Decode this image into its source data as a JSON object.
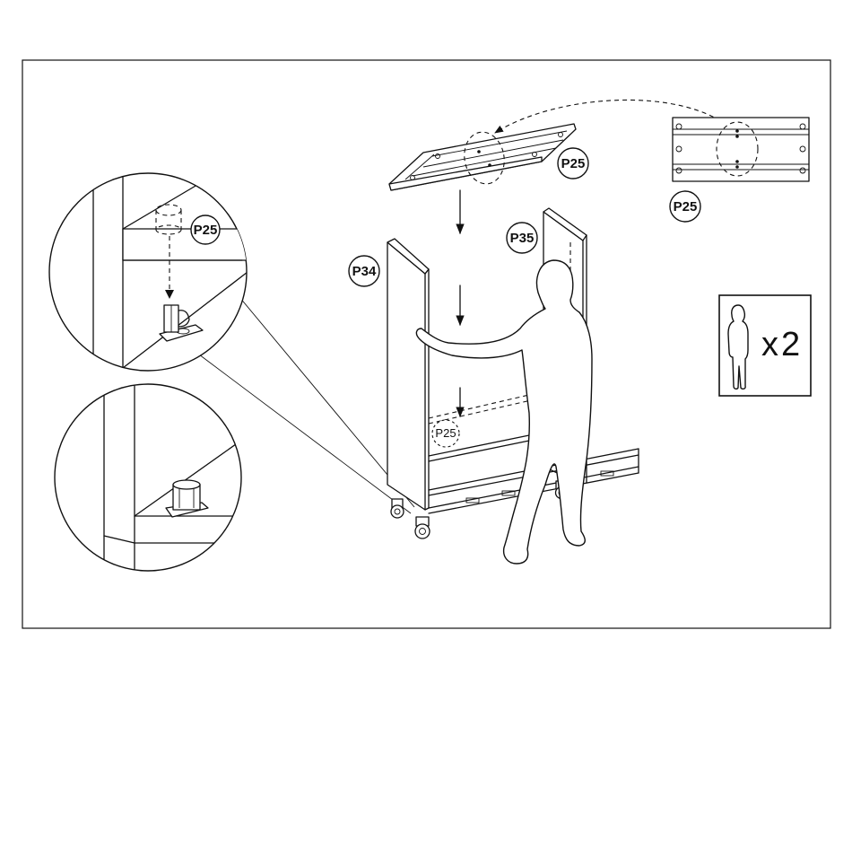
{
  "parts": {
    "top_panel_label": "P25",
    "top_detail_label": "P25",
    "left_side_label": "P34",
    "right_side_label": "P35",
    "shelf_label": "P25",
    "zoom_detail_label": "P25"
  },
  "people_count": {
    "prefix": "x",
    "count": "2"
  },
  "colors": {
    "line": "#111111",
    "background": "#ffffff"
  },
  "icons": [
    "down-arrow-icon",
    "curved-dashed-arrow-icon",
    "person-icon",
    "caster-wheel-icon",
    "cam-lock-icon"
  ]
}
